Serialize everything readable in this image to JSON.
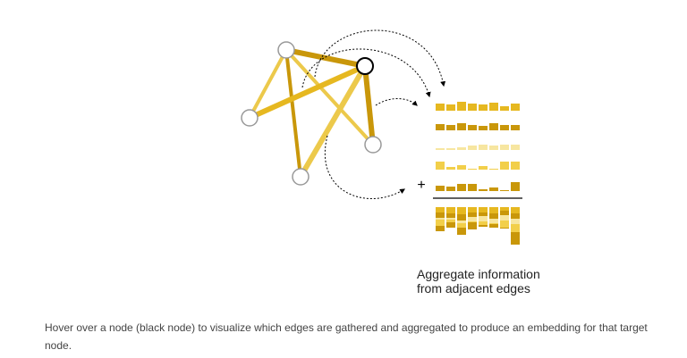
{
  "figure": {
    "aggregate_label_line1": "Aggregate information",
    "aggregate_label_line2": "from adjacent edges",
    "plus_symbol": "+"
  },
  "caption": {
    "text": "Hover over a node (black node) to visualize which edges are gathered and aggregated to produce an embedding for that target node."
  },
  "colors": {
    "edge_light": "#ecc94b",
    "edge_mid": "#e6b820",
    "edge_dark": "#c9970a",
    "node_fill": "#ffffff",
    "node_stroke": "#999999",
    "target_node_stroke": "#000000",
    "bar_light": "#f2cf4a",
    "bar_pale": "#f7e6a0",
    "bar_dark": "#c9970a"
  }
}
